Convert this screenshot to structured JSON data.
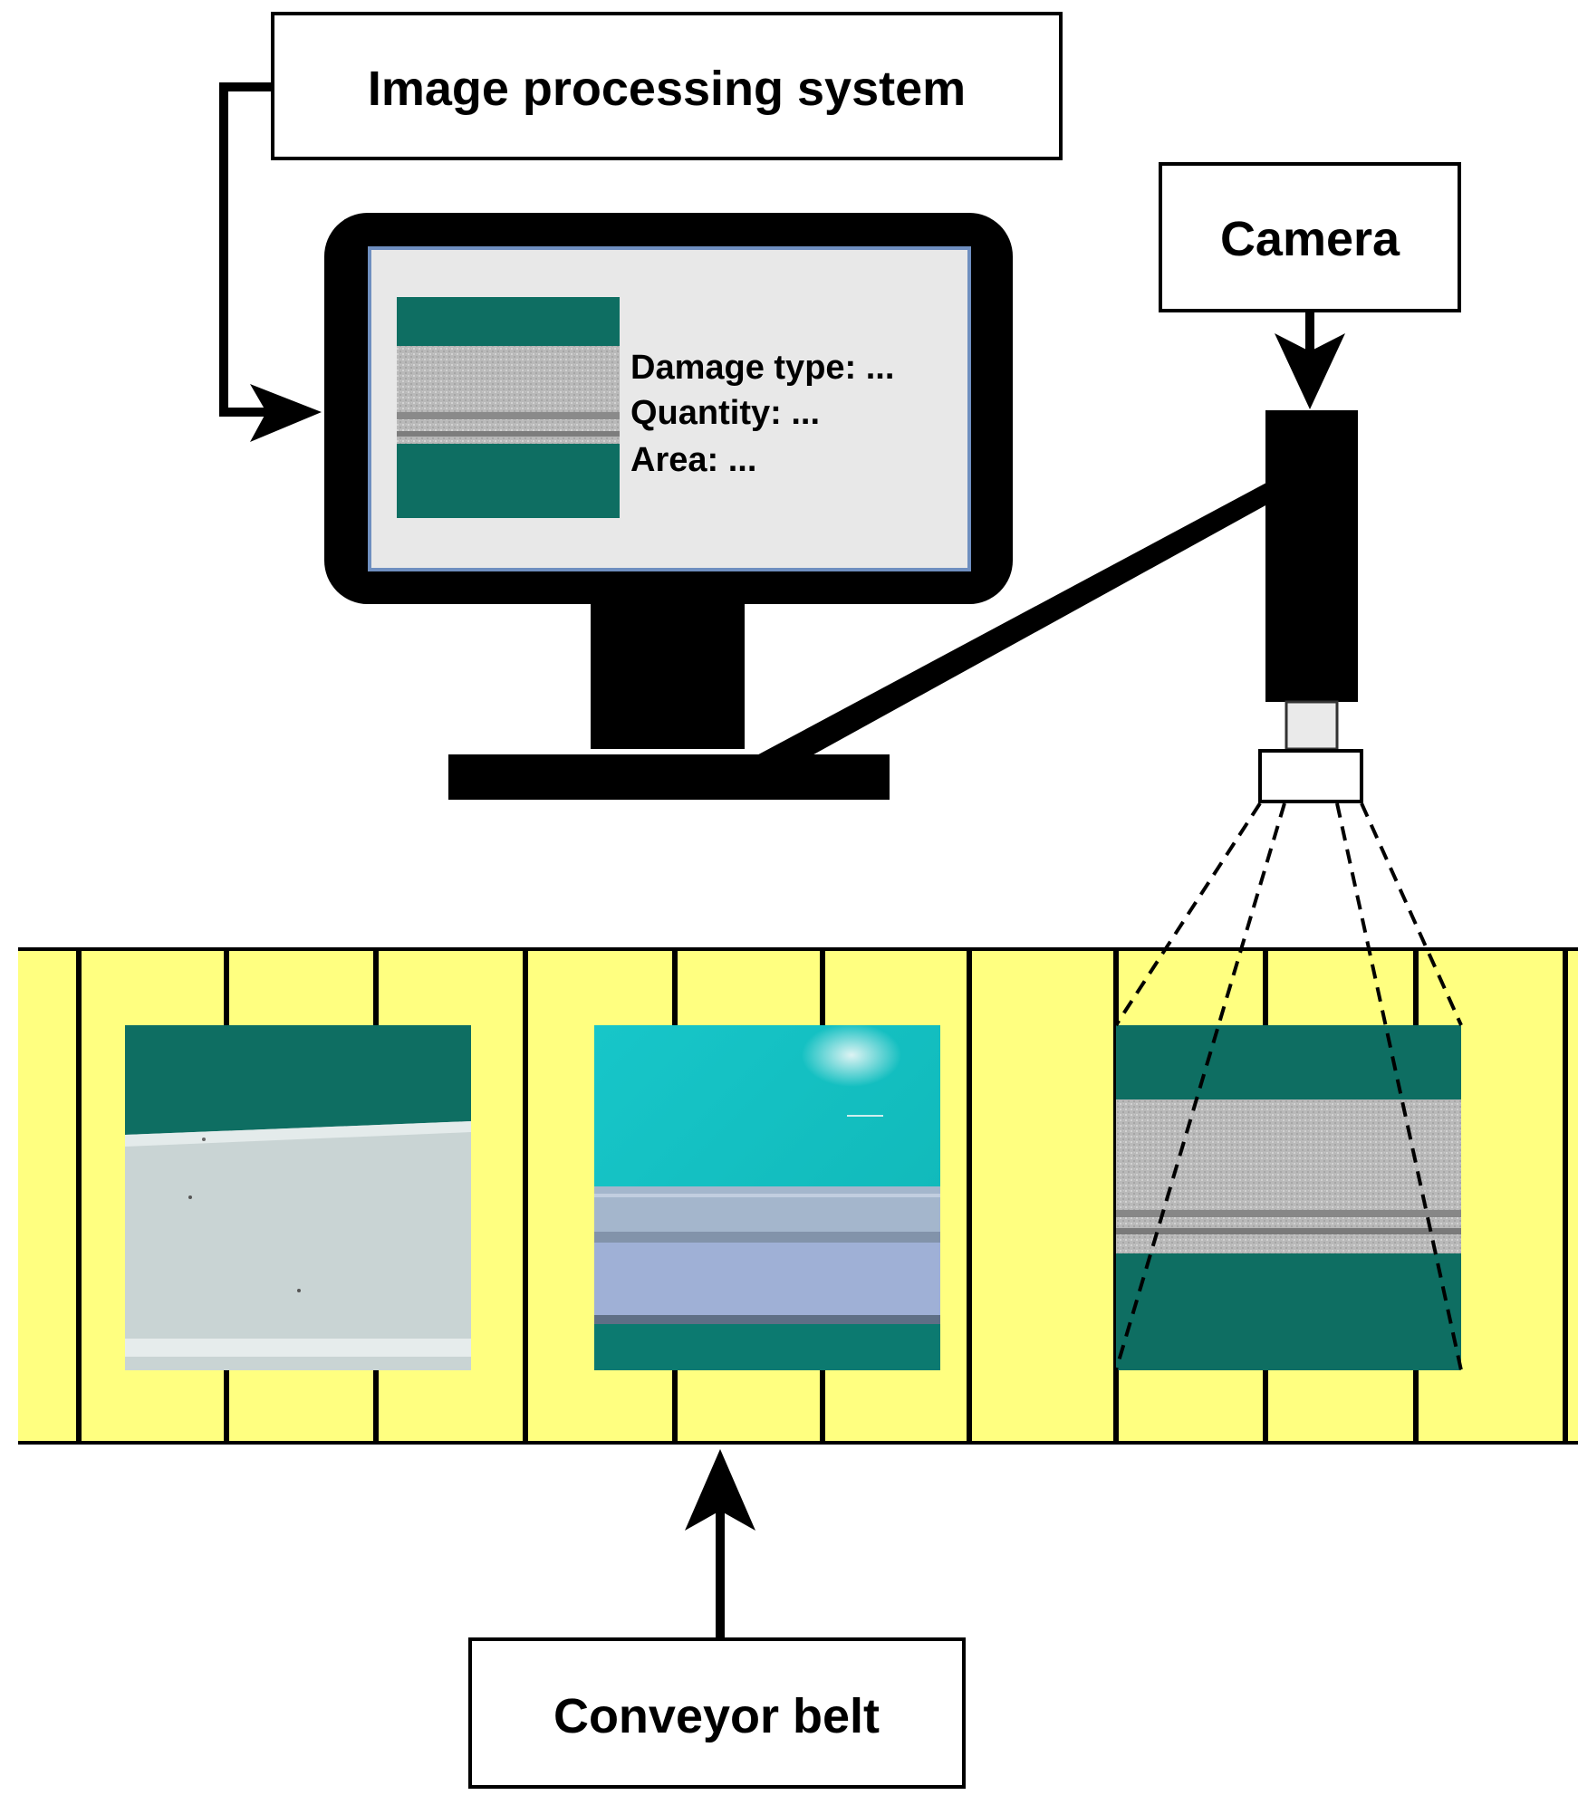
{
  "labels": {
    "image_processing_system": "Image processing system",
    "camera": "Camera",
    "conveyor_belt": "Conveyor belt"
  },
  "monitor_info": {
    "damage_type": "Damage type: ...",
    "quantity": "Quantity: ...",
    "area": "Area: ..."
  },
  "colors": {
    "belt": "#ffff80",
    "teal": "#0e6e62",
    "screen_bg": "#e8e8e8",
    "screen_border": "#6f8fc0",
    "outline": "#000000"
  }
}
